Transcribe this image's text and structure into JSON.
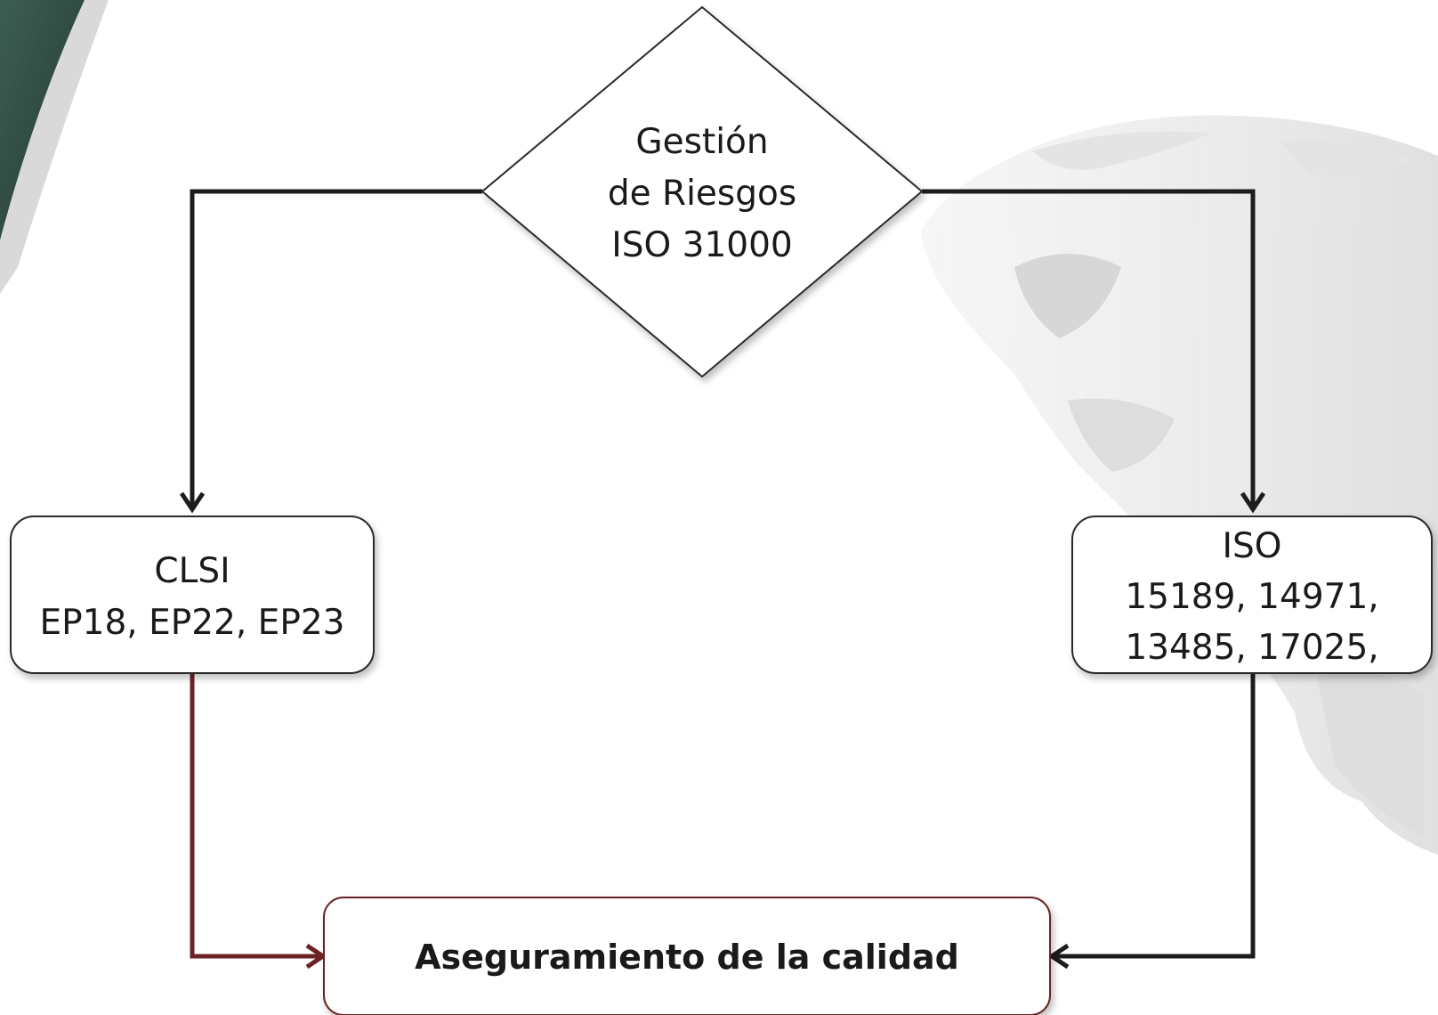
{
  "diagram": {
    "decision": {
      "lines": [
        "Gestión",
        "de Riesgos",
        "ISO 31000"
      ]
    },
    "left_box": {
      "lines": [
        "CLSI",
        "EP18, EP22, EP23"
      ]
    },
    "right_box": {
      "lines": [
        "ISO",
        "15189, 14971,",
        "13485, 17025,"
      ]
    },
    "bottom_box": {
      "label": "Aseguramiento de la calidad"
    }
  },
  "colors": {
    "connector_dark": "#1c1c1c",
    "connector_red": "#6b2326",
    "node_border": "#2b2b2b",
    "bottom_border": "#6b2326",
    "decor_green": "#2f4d45",
    "decor_gray": "#c9c9c9"
  }
}
